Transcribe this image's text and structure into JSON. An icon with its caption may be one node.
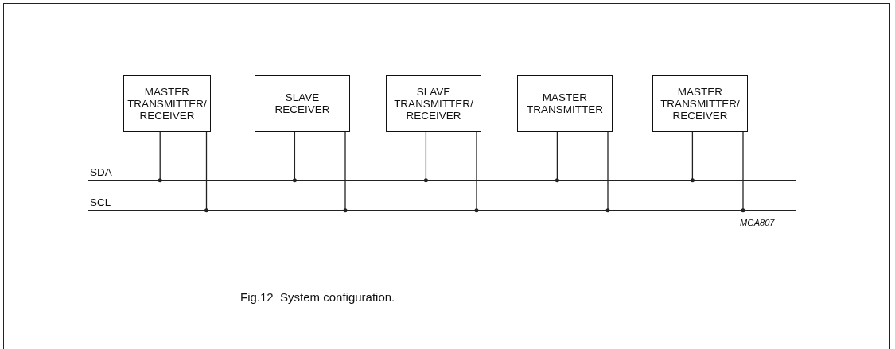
{
  "diagram": {
    "caption": "Fig.12  System configuration.",
    "nodes": [
      {
        "text": [
          "MASTER TRANSMITTER/ RECEIVER"
        ]
      },
      {
        "text": [
          "SLAVE RECEIVER"
        ]
      },
      {
        "text": [
          "SLAVE TRANSMITTER/ RECEIVER"
        ]
      },
      {
        "text": [
          "MASTER TRANSMITTER"
        ]
      },
      {
        "text": [
          "MASTER TRANSMITTER/ RECEIVER"
        ]
      },
      {
        "text": [],
        "shape": "bar",
        "beside": [
          "SDA"
        ]
      },
      {
        "text": [],
        "shape": "bar",
        "beside": [
          "SCL"
        ]
      }
    ],
    "edges": [
      {
        "from": 0,
        "to": 5,
        "arrow": "other"
      },
      {
        "from": 0,
        "to": 6,
        "arrow": "other"
      },
      {
        "from": 1,
        "to": 5,
        "arrow": "other"
      },
      {
        "from": 1,
        "to": 6,
        "arrow": "other"
      },
      {
        "from": 2,
        "to": 5,
        "arrow": "other"
      },
      {
        "from": 2,
        "to": 6,
        "arrow": "other"
      },
      {
        "from": 3,
        "to": 5,
        "arrow": "other"
      },
      {
        "from": 3,
        "to": 6,
        "arrow": "other"
      },
      {
        "from": 4,
        "to": 5,
        "arrow": "other"
      },
      {
        "from": 4,
        "to": 6,
        "arrow": "other"
      }
    ],
    "labels": [
      "MGA807"
    ]
  }
}
